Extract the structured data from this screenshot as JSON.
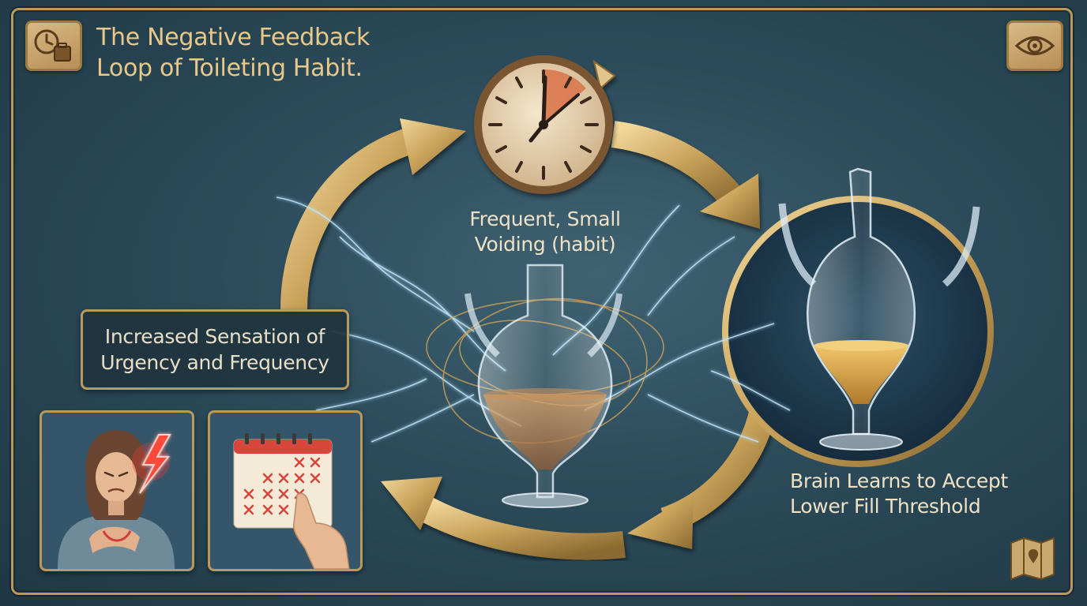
{
  "header": {
    "title_line1": "The Negative Feedback",
    "title_line2": "Loop of Toileting Habit.",
    "left_icon": "clock-briefcase-icon",
    "right_icon": "eye-icon"
  },
  "cycle": {
    "top_label_line1": "Frequent, Small",
    "top_label_line2": "Voiding (habit)",
    "right_label_line1": "Brain Learns to Accept",
    "right_label_line2": "Lower Fill Threshold",
    "left_label_line1": "Increased Sensation of",
    "left_label_line2": "Urgency and Frequency"
  },
  "panels": {
    "urgency_icon": "lightning-icon",
    "calendar_icon": "calendar-icon"
  },
  "footer": {
    "map_icon": "map-icon"
  },
  "colors": {
    "gold": "#c9a25a",
    "background": "#2f4f5e",
    "title": "#e8c98a",
    "spark": "#bfe6ff"
  }
}
